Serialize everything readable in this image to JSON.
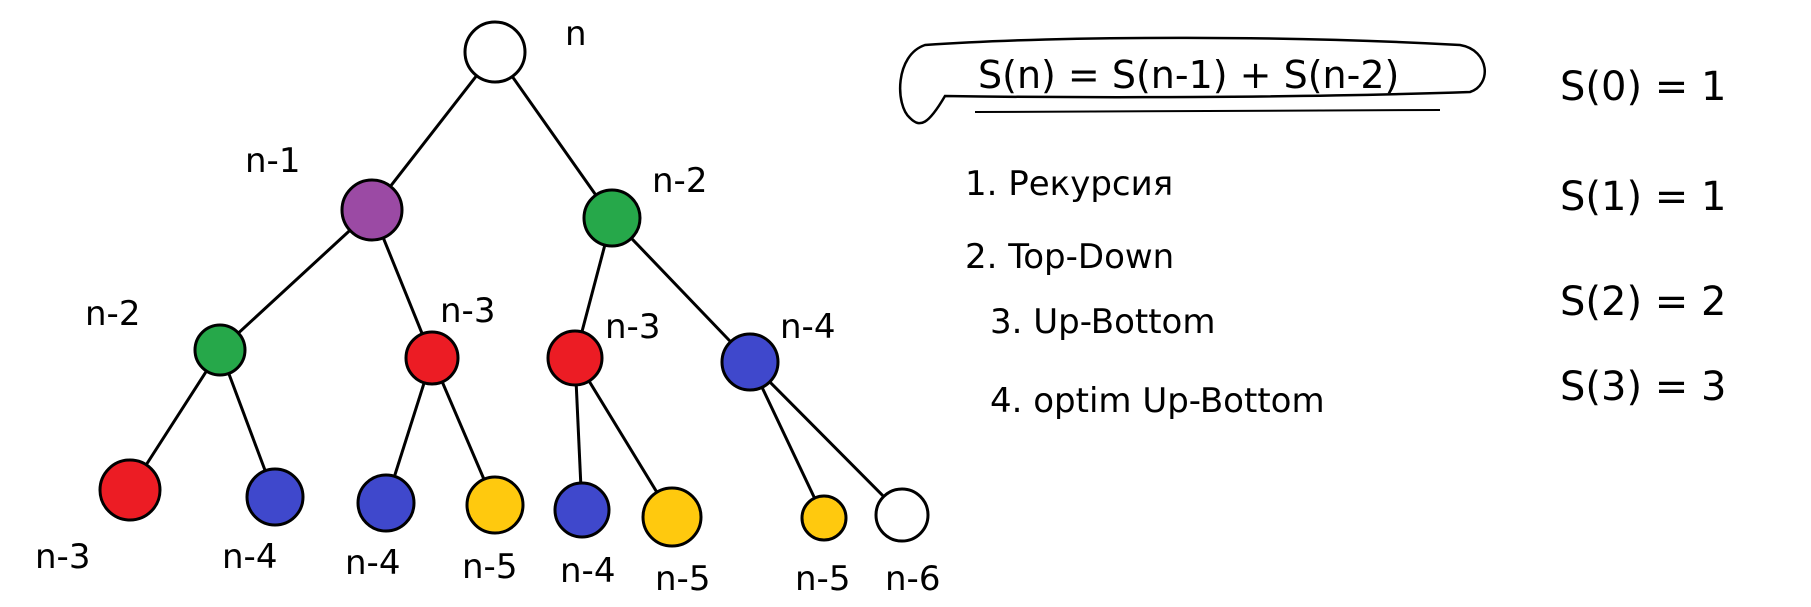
{
  "tree": {
    "nodes": [
      {
        "id": "root",
        "label": "n",
        "color": "#ffffff"
      },
      {
        "id": "n1",
        "label": "n-1",
        "color": "#9b4aa4"
      },
      {
        "id": "n2",
        "label": "n-2",
        "color": "#26a84a"
      },
      {
        "id": "n1a",
        "label": "n-2",
        "color": "#26a84a"
      },
      {
        "id": "n1b",
        "label": "n-3",
        "color": "#ec1c24"
      },
      {
        "id": "n2a",
        "label": "n-3",
        "color": "#ec1c24"
      },
      {
        "id": "n2b",
        "label": "n-4",
        "color": "#3f48cc"
      },
      {
        "id": "l1",
        "label": "n-3",
        "color": "#ec1c24"
      },
      {
        "id": "l2",
        "label": "n-4",
        "color": "#3f48cc"
      },
      {
        "id": "l3",
        "label": "n-4",
        "color": "#3f48cc"
      },
      {
        "id": "l4",
        "label": "n-5",
        "color": "#ffc90e"
      },
      {
        "id": "l5",
        "label": "n-4",
        "color": "#3f48cc"
      },
      {
        "id": "l6",
        "label": "n-5",
        "color": "#ffc90e"
      },
      {
        "id": "l7",
        "label": "n-5",
        "color": "#ffc90e"
      },
      {
        "id": "l8",
        "label": "n-6",
        "color": "#ffffff"
      }
    ],
    "edges": [
      [
        "root",
        "n1"
      ],
      [
        "root",
        "n2"
      ],
      [
        "n1",
        "n1a"
      ],
      [
        "n1",
        "n1b"
      ],
      [
        "n2",
        "n2a"
      ],
      [
        "n2",
        "n2b"
      ],
      [
        "n1a",
        "l1"
      ],
      [
        "n1a",
        "l2"
      ],
      [
        "n1b",
        "l3"
      ],
      [
        "n1b",
        "l4"
      ],
      [
        "n2a",
        "l5"
      ],
      [
        "n2a",
        "l6"
      ],
      [
        "n2b",
        "l7"
      ],
      [
        "n2b",
        "l8"
      ]
    ]
  },
  "formula": "S(n) = S(n-1) + S(n-2)",
  "steps": [
    "1. Рекурсия",
    "2. Top-Down",
    "3. Up-Bottom",
    "4. optim Up-Bottom"
  ],
  "base_cases": [
    "S(0) = 1",
    "S(1) = 1",
    "S(2) = 2",
    "S(3) = 3"
  ]
}
